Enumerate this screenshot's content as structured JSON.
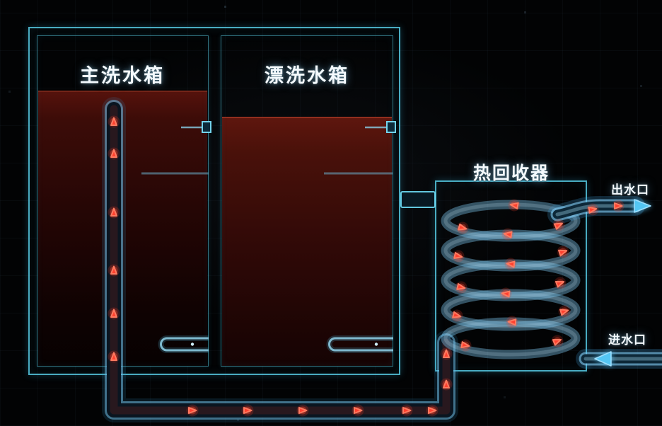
{
  "diagram": {
    "type": "water-heat-recovery-schematic",
    "tanks": [
      {
        "id": "main-wash-tank",
        "label": "主洗水箱"
      },
      {
        "id": "rinse-tank",
        "label": "漂洗水箱"
      }
    ],
    "heat_recovery": {
      "label": "热回收器"
    },
    "ports": {
      "outlet": {
        "label": "出水口",
        "direction": "right"
      },
      "inlet": {
        "label": "进水口",
        "direction": "left"
      }
    },
    "colors": {
      "background": "#020304",
      "tank_border": "#56cae4",
      "liquid_top": "#5e160e",
      "liquid_bottom": "#0e0202",
      "pipe_border": "#6eb9e1",
      "pipe_fill": "#0a1520",
      "particle": "#ff4130",
      "coil": "#7dc8f0",
      "arrow": "#54c6f4",
      "label_text": "#f4fafe"
    }
  }
}
